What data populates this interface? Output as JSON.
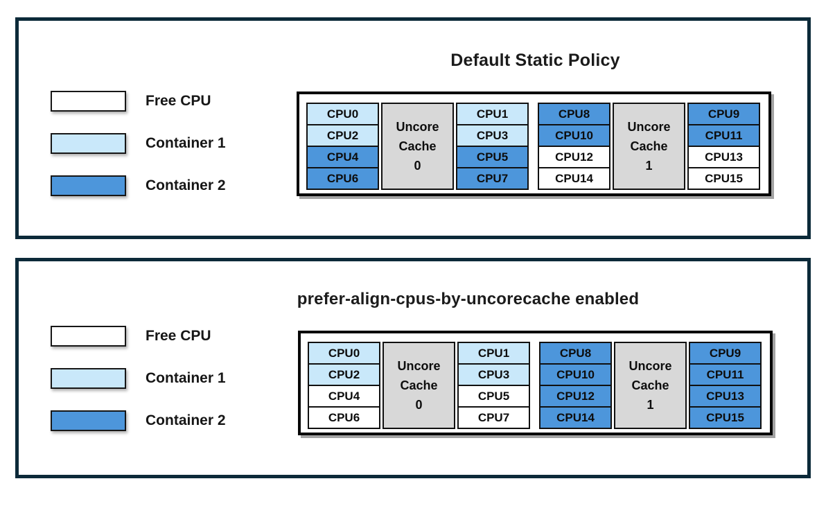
{
  "colors": {
    "free": "#FFFFFF",
    "container1": "#C9E8FA",
    "container2": "#4D96DB",
    "cache": "#D8D8D8",
    "panel_border": "#0C2A39"
  },
  "legend": {
    "items": [
      {
        "label": "Free CPU",
        "color": "free"
      },
      {
        "label": "Container 1",
        "color": "container1"
      },
      {
        "label": "Container 2",
        "color": "container2"
      }
    ]
  },
  "panels": [
    {
      "title": "Default Static Policy",
      "groups": [
        {
          "cache_label": "Uncore\nCache\n0",
          "left": [
            {
              "label": "CPU0",
              "owner": "container1"
            },
            {
              "label": "CPU2",
              "owner": "container1"
            },
            {
              "label": "CPU4",
              "owner": "container2"
            },
            {
              "label": "CPU6",
              "owner": "container2"
            }
          ],
          "right": [
            {
              "label": "CPU1",
              "owner": "container1"
            },
            {
              "label": "CPU3",
              "owner": "container1"
            },
            {
              "label": "CPU5",
              "owner": "container2"
            },
            {
              "label": "CPU7",
              "owner": "container2"
            }
          ]
        },
        {
          "cache_label": "Uncore\nCache\n1",
          "left": [
            {
              "label": "CPU8",
              "owner": "container2"
            },
            {
              "label": "CPU10",
              "owner": "container2"
            },
            {
              "label": "CPU12",
              "owner": "free"
            },
            {
              "label": "CPU14",
              "owner": "free"
            }
          ],
          "right": [
            {
              "label": "CPU9",
              "owner": "container2"
            },
            {
              "label": "CPU11",
              "owner": "container2"
            },
            {
              "label": "CPU13",
              "owner": "free"
            },
            {
              "label": "CPU15",
              "owner": "free"
            }
          ]
        }
      ]
    },
    {
      "title": "prefer-align-cpus-by-uncorecache enabled",
      "groups": [
        {
          "cache_label": "Uncore\nCache\n0",
          "left": [
            {
              "label": "CPU0",
              "owner": "container1"
            },
            {
              "label": "CPU2",
              "owner": "container1"
            },
            {
              "label": "CPU4",
              "owner": "free"
            },
            {
              "label": "CPU6",
              "owner": "free"
            }
          ],
          "right": [
            {
              "label": "CPU1",
              "owner": "container1"
            },
            {
              "label": "CPU3",
              "owner": "container1"
            },
            {
              "label": "CPU5",
              "owner": "free"
            },
            {
              "label": "CPU7",
              "owner": "free"
            }
          ]
        },
        {
          "cache_label": "Uncore\nCache\n1",
          "left": [
            {
              "label": "CPU8",
              "owner": "container2"
            },
            {
              "label": "CPU10",
              "owner": "container2"
            },
            {
              "label": "CPU12",
              "owner": "container2"
            },
            {
              "label": "CPU14",
              "owner": "container2"
            }
          ],
          "right": [
            {
              "label": "CPU9",
              "owner": "container2"
            },
            {
              "label": "CPU11",
              "owner": "container2"
            },
            {
              "label": "CPU13",
              "owner": "container2"
            },
            {
              "label": "CPU15",
              "owner": "container2"
            }
          ]
        }
      ]
    }
  ]
}
